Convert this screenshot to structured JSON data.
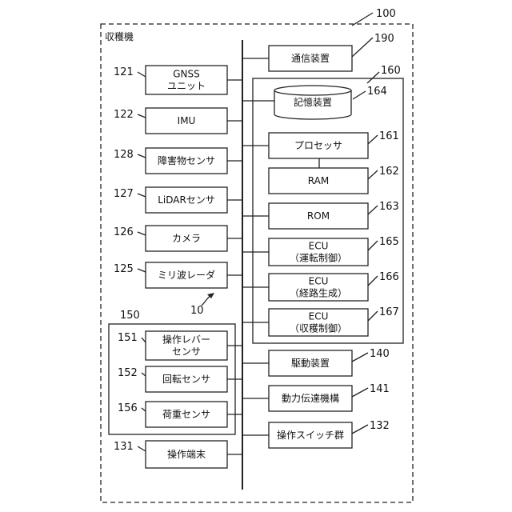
{
  "figure": {
    "ref_main": "100",
    "enclosure_label": "収穫機",
    "ref_system": "10",
    "ref_group_150": "150",
    "ref_group_160": "160"
  },
  "left_components": [
    {
      "ref": "121",
      "label": [
        "GNSS",
        "ユニット"
      ]
    },
    {
      "ref": "122",
      "label": [
        "IMU"
      ]
    },
    {
      "ref": "128",
      "label": [
        "障害物センサ"
      ]
    },
    {
      "ref": "127",
      "label": [
        "LiDARセンサ"
      ]
    },
    {
      "ref": "126",
      "label": [
        "カメラ"
      ]
    },
    {
      "ref": "125",
      "label": [
        "ミリ波レーダ"
      ]
    }
  ],
  "group_150_components": [
    {
      "ref": "151",
      "label": [
        "操作レバー",
        "センサ"
      ]
    },
    {
      "ref": "152",
      "label": [
        "回転センサ"
      ]
    },
    {
      "ref": "156",
      "label": [
        "荷重センサ"
      ]
    }
  ],
  "terminal_component": {
    "ref": "131",
    "label": [
      "操作端末"
    ]
  },
  "right_top_component": {
    "ref": "190",
    "label": [
      "通信装置"
    ]
  },
  "storage_component": {
    "ref": "164",
    "label": [
      "記憶装置"
    ]
  },
  "group_160_components": [
    {
      "ref": "161",
      "label": [
        "プロセッサ"
      ]
    },
    {
      "ref": "162",
      "label": [
        "RAM"
      ]
    },
    {
      "ref": "163",
      "label": [
        "ROM"
      ]
    },
    {
      "ref": "165",
      "label": [
        "ECU",
        "（運転制御）"
      ]
    },
    {
      "ref": "166",
      "label": [
        "ECU",
        "（経路生成）"
      ]
    },
    {
      "ref": "167",
      "label": [
        "ECU",
        "（収穫制御）"
      ]
    }
  ],
  "right_bottom_components": [
    {
      "ref": "140",
      "label": [
        "駆動装置"
      ]
    },
    {
      "ref": "141",
      "label": [
        "動力伝達機構"
      ]
    },
    {
      "ref": "132",
      "label": [
        "操作スイッチ群"
      ]
    }
  ]
}
